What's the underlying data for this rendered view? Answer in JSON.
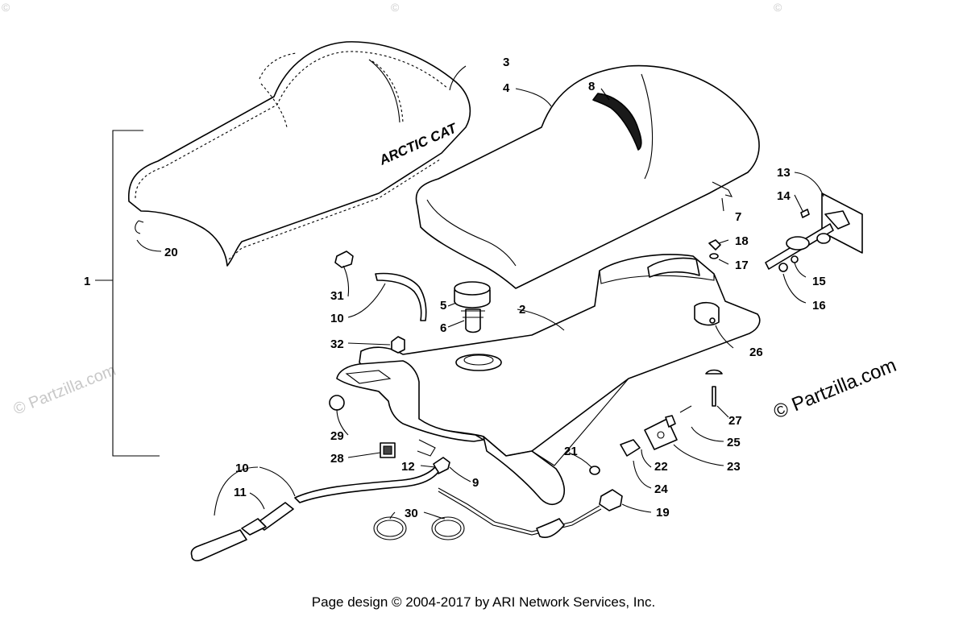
{
  "diagram": {
    "logo_text": "ARCTIC CAT",
    "watermark": "© Partzilla.com",
    "callouts": {
      "c1": "1",
      "c2": "2",
      "c3": "3",
      "c4": "4",
      "c5": "5",
      "c6": "6",
      "c7": "7",
      "c8": "8",
      "c9": "9",
      "c10a": "10",
      "c10b": "10",
      "c11": "11",
      "c12": "12",
      "c13": "13",
      "c14": "14",
      "c15": "15",
      "c16": "16",
      "c17": "17",
      "c18": "18",
      "c19": "19",
      "c20": "20",
      "c21": "21",
      "c22": "22",
      "c23": "23",
      "c24": "24",
      "c25": "25",
      "c26": "26",
      "c27": "27",
      "c28": "28",
      "c29": "29",
      "c30": "30",
      "c31": "31",
      "c32": "32"
    }
  },
  "footer": {
    "copyright": "Page design © 2004-2017 by ARI Network Services, Inc."
  }
}
